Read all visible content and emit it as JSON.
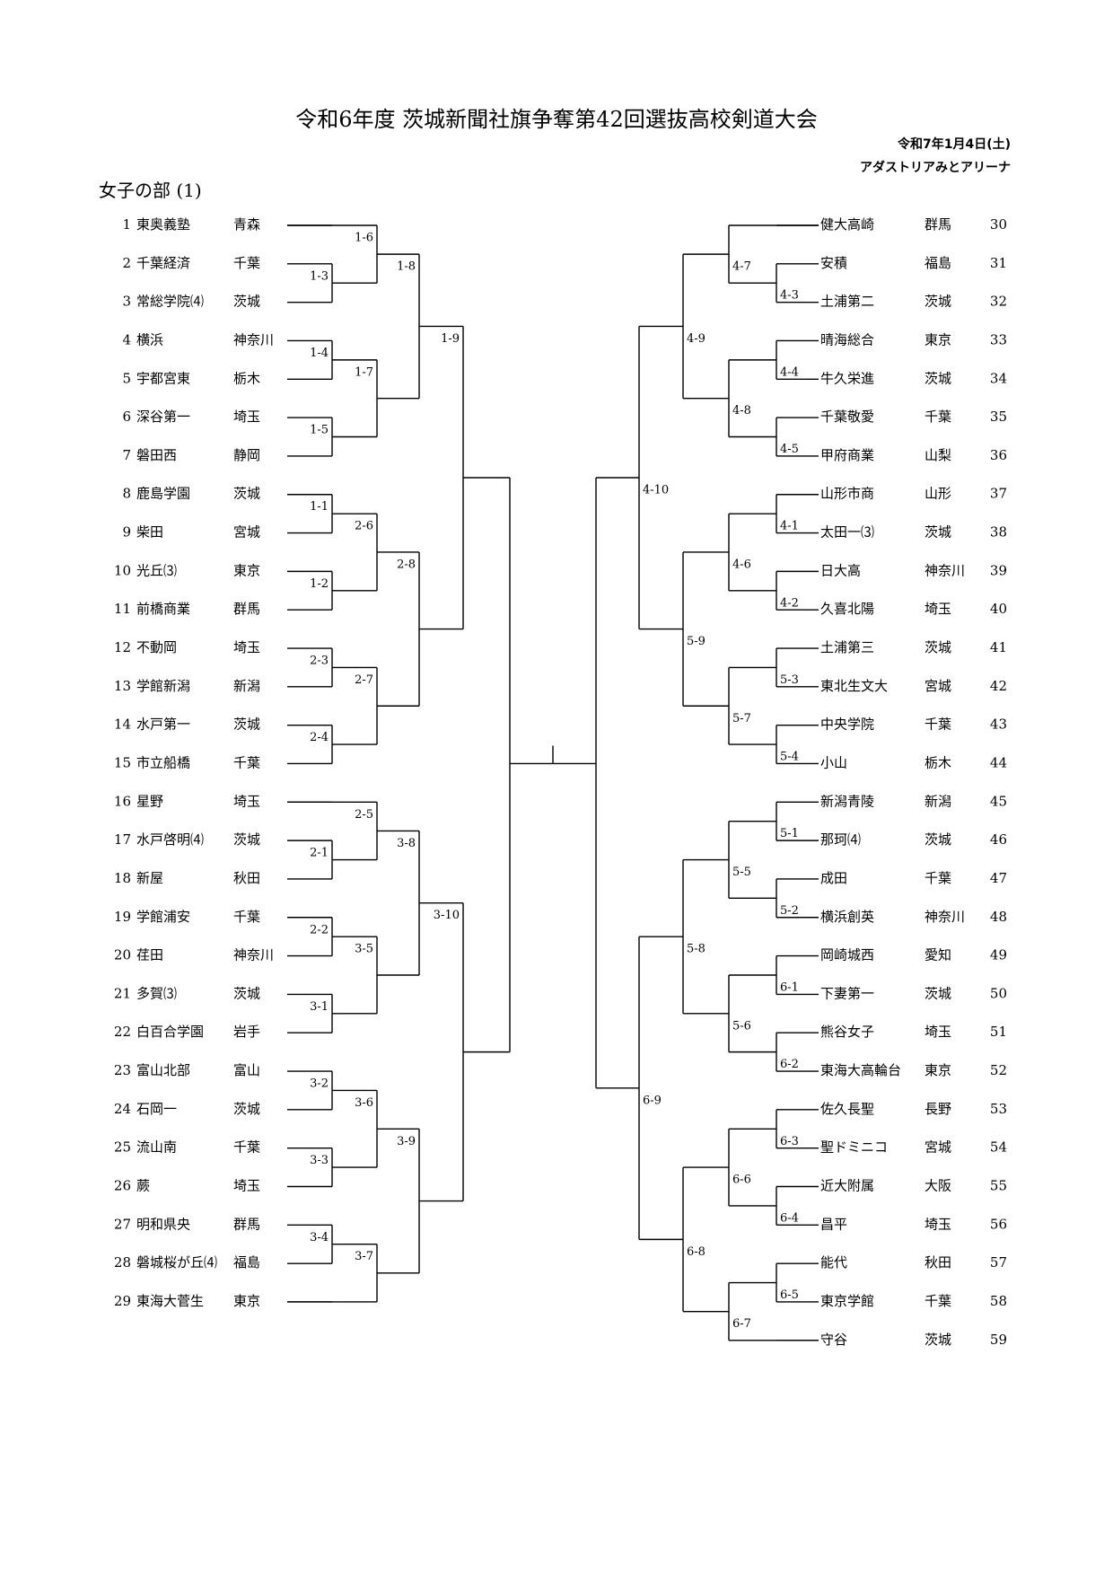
{
  "title": "令和6年度 茨城新聞社旗争奪第42回選抜高校剣道大会",
  "date": "令和7年1月4日(土)",
  "venue": "アダストリアみとアリーナ",
  "section": "女子の部 (1)",
  "left_teams": [
    {
      "no": "1",
      "name": "東奥義塾",
      "pref": "青森"
    },
    {
      "no": "2",
      "name": "千葉経済",
      "pref": "千葉"
    },
    {
      "no": "3",
      "name": "常総学院⑷",
      "pref": "茨城"
    },
    {
      "no": "4",
      "name": "横浜",
      "pref": "神奈川"
    },
    {
      "no": "5",
      "name": "宇都宮東",
      "pref": "栃木"
    },
    {
      "no": "6",
      "name": "深谷第一",
      "pref": "埼玉"
    },
    {
      "no": "7",
      "name": "磐田西",
      "pref": "静岡"
    },
    {
      "no": "8",
      "name": "鹿島学園",
      "pref": "茨城"
    },
    {
      "no": "9",
      "name": "柴田",
      "pref": "宮城"
    },
    {
      "no": "10",
      "name": "光丘⑶",
      "pref": "東京"
    },
    {
      "no": "11",
      "name": "前橋商業",
      "pref": "群馬"
    },
    {
      "no": "12",
      "name": "不動岡",
      "pref": "埼玉"
    },
    {
      "no": "13",
      "name": "学館新潟",
      "pref": "新潟"
    },
    {
      "no": "14",
      "name": "水戸第一",
      "pref": "茨城"
    },
    {
      "no": "15",
      "name": "市立船橋",
      "pref": "千葉"
    },
    {
      "no": "16",
      "name": "星野",
      "pref": "埼玉"
    },
    {
      "no": "17",
      "name": "水戸啓明⑷",
      "pref": "茨城"
    },
    {
      "no": "18",
      "name": "新屋",
      "pref": "秋田"
    },
    {
      "no": "19",
      "name": "学館浦安",
      "pref": "千葉"
    },
    {
      "no": "20",
      "name": "荏田",
      "pref": "神奈川"
    },
    {
      "no": "21",
      "name": "多賀⑶",
      "pref": "茨城"
    },
    {
      "no": "22",
      "name": "白百合学園",
      "pref": "岩手"
    },
    {
      "no": "23",
      "name": "富山北部",
      "pref": "富山"
    },
    {
      "no": "24",
      "name": "石岡一",
      "pref": "茨城"
    },
    {
      "no": "25",
      "name": "流山南",
      "pref": "千葉"
    },
    {
      "no": "26",
      "name": "蕨",
      "pref": "埼玉"
    },
    {
      "no": "27",
      "name": "明和県央",
      "pref": "群馬"
    },
    {
      "no": "28",
      "name": "磐城桜が丘⑷",
      "pref": "福島"
    },
    {
      "no": "29",
      "name": "東海大菅生",
      "pref": "東京"
    }
  ],
  "right_teams": [
    {
      "no": "30",
      "name": "健大高崎",
      "pref": "群馬"
    },
    {
      "no": "31",
      "name": "安積",
      "pref": "福島"
    },
    {
      "no": "32",
      "name": "土浦第二",
      "pref": "茨城"
    },
    {
      "no": "33",
      "name": "晴海総合",
      "pref": "東京"
    },
    {
      "no": "34",
      "name": "牛久栄進",
      "pref": "茨城"
    },
    {
      "no": "35",
      "name": "千葉敬愛",
      "pref": "千葉"
    },
    {
      "no": "36",
      "name": "甲府商業",
      "pref": "山梨"
    },
    {
      "no": "37",
      "name": "山形市商",
      "pref": "山形"
    },
    {
      "no": "38",
      "name": "太田一⑶",
      "pref": "茨城"
    },
    {
      "no": "39",
      "name": "日大高",
      "pref": "神奈川"
    },
    {
      "no": "40",
      "name": "久喜北陽",
      "pref": "埼玉"
    },
    {
      "no": "41",
      "name": "土浦第三",
      "pref": "茨城"
    },
    {
      "no": "42",
      "name": "東北生文大",
      "pref": "宮城"
    },
    {
      "no": "43",
      "name": "中央学院",
      "pref": "千葉"
    },
    {
      "no": "44",
      "name": "小山",
      "pref": "栃木"
    },
    {
      "no": "45",
      "name": "新潟青陵",
      "pref": "新潟"
    },
    {
      "no": "46",
      "name": "那珂⑷",
      "pref": "茨城"
    },
    {
      "no": "47",
      "name": "成田",
      "pref": "千葉"
    },
    {
      "no": "48",
      "name": "横浜創英",
      "pref": "神奈川"
    },
    {
      "no": "49",
      "name": "岡崎城西",
      "pref": "愛知"
    },
    {
      "no": "50",
      "name": "下妻第一",
      "pref": "茨城"
    },
    {
      "no": "51",
      "name": "熊谷女子",
      "pref": "埼玉"
    },
    {
      "no": "52",
      "name": "東海大高輪台",
      "pref": "東京"
    },
    {
      "no": "53",
      "name": "佐久長聖",
      "pref": "長野"
    },
    {
      "no": "54",
      "name": "聖ドミニコ",
      "pref": "宮城"
    },
    {
      "no": "55",
      "name": "近大附属",
      "pref": "大阪"
    },
    {
      "no": "56",
      "name": "昌平",
      "pref": "埼玉"
    },
    {
      "no": "57",
      "name": "能代",
      "pref": "秋田"
    },
    {
      "no": "58",
      "name": "東京学館",
      "pref": "千葉"
    },
    {
      "no": "59",
      "name": "守谷",
      "pref": "茨城"
    }
  ],
  "matches": {
    "left": [
      "1-3",
      "1-4",
      "1-5",
      "1-1",
      "1-2",
      "2-3",
      "2-4",
      "2-1",
      "2-2",
      "3-1",
      "3-2",
      "3-3",
      "3-4",
      "1-6",
      "1-7",
      "2-6",
      "2-7",
      "2-5",
      "3-5",
      "3-6",
      "3-7",
      "1-8",
      "2-8",
      "3-8",
      "3-9",
      "1-9",
      "3-10"
    ],
    "right": [
      "4-3",
      "4-4",
      "4-5",
      "4-1",
      "4-2",
      "5-3",
      "5-4",
      "5-1",
      "5-2",
      "6-1",
      "6-2",
      "6-3",
      "6-4",
      "6-5",
      "4-7",
      "4-8",
      "4-6",
      "5-7",
      "5-5",
      "5-6",
      "6-6",
      "6-7",
      "4-9",
      "5-9",
      "5-8",
      "6-8",
      "4-10",
      "6-9"
    ]
  }
}
